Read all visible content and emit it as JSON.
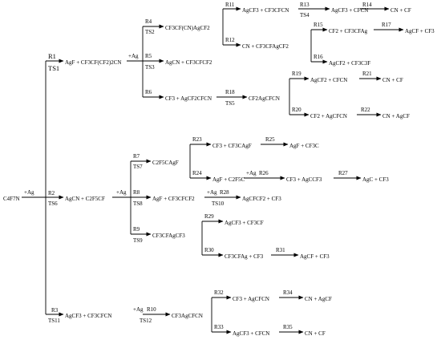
{
  "diagram": {
    "root": "C4F7N",
    "l1": {
      "plus_ag": "+Ag",
      "R1": "R1",
      "TS1": "TS1",
      "R2": "R2",
      "TS6": "TS6",
      "R3": "R3",
      "TS11": "TS11",
      "P1": "AgF + CF3CF(CF2)2CN",
      "P2": "AgCN + C2F5CF",
      "P3": "AgCF3 + CF3CFCN"
    },
    "b1": {
      "plus_ag": "+Ag",
      "R4": "R4",
      "TS2": "TS2",
      "R5": "R5",
      "TS3": "TS3",
      "R6": "R6",
      "P4": "CF3CF(CN)AgCF2",
      "P5": "AgCN + CF3CFCF2",
      "P6": "CF3 + AgCF2CFCN",
      "R11": "R11",
      "P11": "AgCF3 + CF3CFCN",
      "R13": "R13",
      "TS4": "TS4",
      "P13": "AgCF3 + CFCN",
      "R14": "R14",
      "P14": "CN + CF",
      "R12": "R12",
      "P12": "CN + CF3CFAgCF2",
      "R15": "R15",
      "P15": "CF2 + CF3CFAg",
      "R17": "R17",
      "P17": "AgCF + CF3",
      "R16": "R16",
      "P16": "AgCF2 + CF3C3F",
      "R18": "R18",
      "TS5": "TS5",
      "P18": "CF2AgCFCN",
      "R19": "R19",
      "P19": "AgCF2 + CFCN",
      "R21": "R21",
      "P21": "CN + CF",
      "R20": "R20",
      "P20": "CF2 + AgCFCN",
      "R22": "R22",
      "P22": "CN + AgCF"
    },
    "b2": {
      "plus_ag": "+Ag",
      "R7": "R7",
      "TS7": "TS7",
      "R8": "R8",
      "TS8": "TS8",
      "R9": "R9",
      "TS9": "TS9",
      "P7": "C2F5CAgF",
      "P8": "AgF + CF3CFCF2",
      "P9": "CF3CFAgCF3",
      "R23": "R23",
      "P23": "CF3 + CF3CAgF",
      "R25": "R25",
      "P25": "AgF + CF3C",
      "R24": "R24",
      "P24": "AgF + C2F5C",
      "plus_ag_26": "+Ag",
      "R26": "R26",
      "P26": "CF3 + AgCCF3",
      "R27": "R27",
      "P27": "AgC + CF3",
      "plus_ag_28": "+Ag",
      "R28": "R28",
      "TS10": "TS10",
      "P28": "AgCFCF2 + CF3",
      "R29": "R29",
      "P29": "AgCF3 + CF3CF",
      "R30": "R30",
      "P30": "CF3CFAg + CF3",
      "R31": "R31",
      "P31": "AgCF + CF3"
    },
    "b3": {
      "plus_ag": "+Ag",
      "R10": "R10",
      "TS12": "TS12",
      "P10": "CF3AgCFCN",
      "R32": "R32",
      "P32": "CF3 + AgCFCN",
      "R34": "R34",
      "P34": "CN + AgCF",
      "R33": "R33",
      "P33": "AgCF3 + CFCN",
      "R35": "R35",
      "P35": "CN + CF"
    }
  }
}
